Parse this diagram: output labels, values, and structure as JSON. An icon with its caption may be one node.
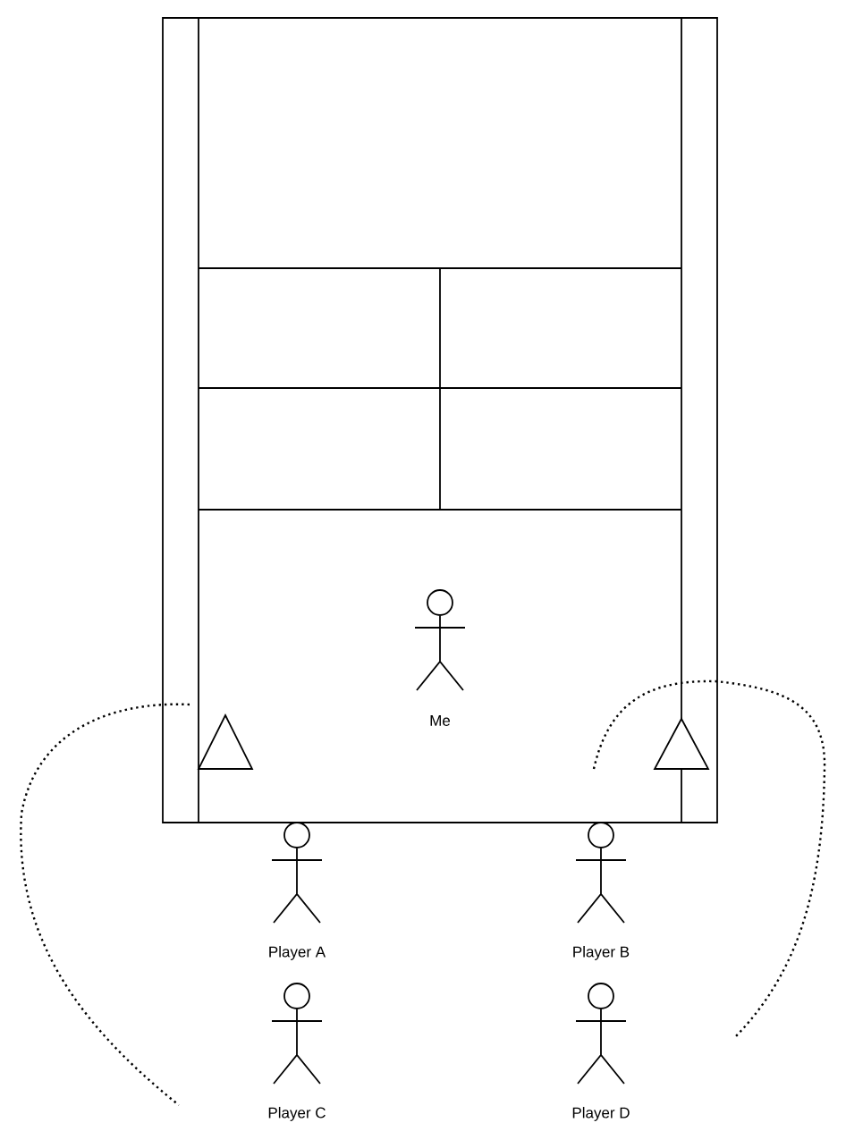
{
  "diagram": {
    "nodes": [
      {
        "text": [
          "Me"
        ]
      },
      {
        "text": [
          "Player A"
        ]
      },
      {
        "text": [
          "Player B"
        ]
      },
      {
        "text": [
          "Player C"
        ]
      },
      {
        "text": [
          "Player D"
        ]
      }
    ]
  }
}
